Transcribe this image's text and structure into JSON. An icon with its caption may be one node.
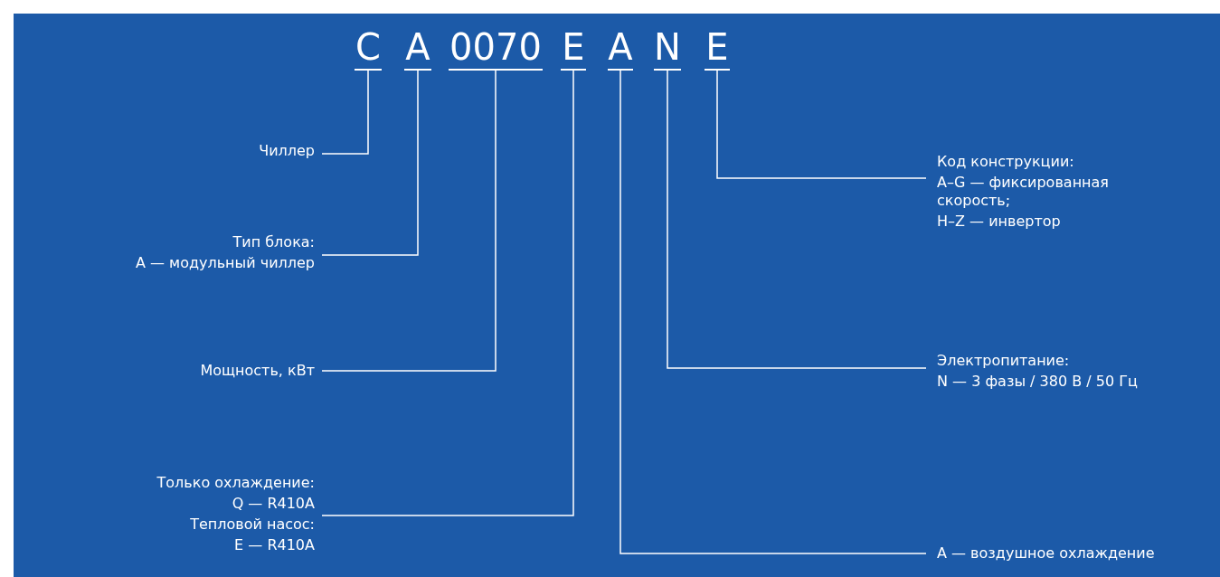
{
  "diagram": {
    "nodes": [
      {
        "text": [
          "C"
        ]
      },
      {
        "text": [
          "A"
        ]
      },
      {
        "text": [
          "0070"
        ]
      },
      {
        "text": [
          "E"
        ]
      },
      {
        "text": [
          "A"
        ]
      },
      {
        "text": [
          "N"
        ]
      },
      {
        "text": [
          "E"
        ]
      },
      {
        "text": [
          "Чиллер"
        ]
      },
      {
        "text": [
          "Тип блока:",
          "A — модульный чиллер"
        ]
      },
      {
        "text": [
          "Мощность, кВт"
        ]
      },
      {
        "text": [
          "Только охлаждение:",
          "Q — R410A",
          "Тепловой насос:",
          "E — R410A"
        ]
      },
      {
        "text": [
          "A — воздушное охлаждение"
        ]
      },
      {
        "text": [
          "Электропитание:",
          "N — 3 фазы / 380 В / 50 Гц"
        ]
      },
      {
        "text": [
          "Код конструкции:",
          "A–G — фиксированная скорость;",
          "H–Z — инвертор"
        ]
      }
    ],
    "edges": [
      {
        "from": 0,
        "to": 7,
        "arrow": "none"
      },
      {
        "from": 1,
        "to": 8,
        "arrow": "none"
      },
      {
        "from": 2,
        "to": 9,
        "arrow": "none"
      },
      {
        "from": 3,
        "to": 10,
        "arrow": "none"
      },
      {
        "from": 4,
        "to": 11,
        "arrow": "none"
      },
      {
        "from": 5,
        "to": 12,
        "arrow": "none"
      },
      {
        "from": 6,
        "to": 13,
        "arrow": "none"
      }
    ]
  }
}
